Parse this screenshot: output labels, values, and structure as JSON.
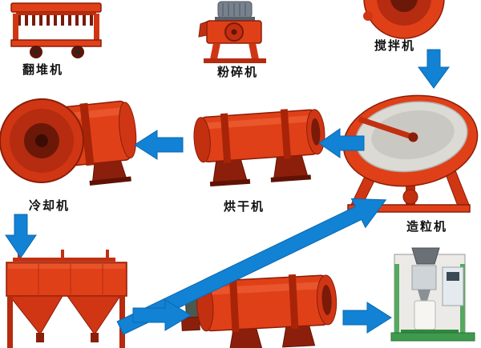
{
  "diagram": {
    "type": "process-flow",
    "labels": {
      "compost_turner": "翻堆机",
      "crusher": "粉碎机",
      "mixer": "搅拌机",
      "granulator": "造粒机",
      "dryer": "烘干机",
      "cooler": "冷却机"
    },
    "machines": [
      {
        "id": "compost-turner",
        "label": "翻堆机",
        "position": "top-left"
      },
      {
        "id": "crusher",
        "label": "粉碎机",
        "position": "top-center"
      },
      {
        "id": "mixer",
        "label": "搅拌机",
        "position": "top-right"
      },
      {
        "id": "granulator",
        "label": "造粒机",
        "position": "middle-right"
      },
      {
        "id": "dryer",
        "label": "烘干机",
        "position": "middle-center"
      },
      {
        "id": "cooler",
        "label": "冷却机",
        "position": "middle-left"
      },
      {
        "id": "screener",
        "label": "",
        "position": "bottom-left"
      },
      {
        "id": "coating-drum",
        "label": "",
        "position": "bottom-center"
      },
      {
        "id": "packing-machine",
        "label": "",
        "position": "bottom-right"
      }
    ],
    "flow_arrows": [
      {
        "from": "mixer",
        "to": "granulator",
        "direction": "down"
      },
      {
        "from": "granulator",
        "to": "dryer",
        "direction": "left"
      },
      {
        "from": "dryer",
        "to": "cooler",
        "direction": "left"
      },
      {
        "from": "cooler",
        "to": "screener",
        "direction": "down"
      },
      {
        "from": "screener",
        "to": "granulator",
        "direction": "up-right"
      },
      {
        "from": "screener",
        "to": "coating-drum",
        "direction": "right"
      },
      {
        "from": "coating-drum",
        "to": "packing-machine",
        "direction": "right"
      }
    ],
    "colors": {
      "machine_red": "#e04018",
      "machine_dark_red": "#8a1d08",
      "arrow_blue": "#1182d4",
      "label_color": "#111111"
    }
  }
}
